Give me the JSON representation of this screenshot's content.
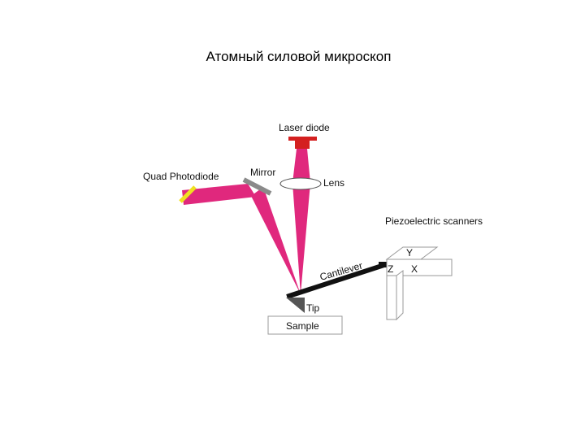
{
  "slide": {
    "title": "Атомный силовой микроскоп"
  },
  "diagram": {
    "labels": {
      "laser_diode": "Laser diode",
      "lens": "Lens",
      "mirror": "Mirror",
      "quad_photodiode": "Quad Photodiode",
      "piezo_scanners": "Piezoelectric scanners",
      "cantilever": "Cantilever",
      "tip": "Tip",
      "sample": "Sample",
      "axis_y": "Y",
      "axis_z": "Z",
      "axis_x": "X"
    },
    "colors": {
      "beam": "#e0287d",
      "laser": "#d42020",
      "photodiode": "#f0e020",
      "mirror": "#8a8a8a",
      "cantilever": "#111111",
      "tip": "#555555",
      "scanner_outline": "#999999"
    }
  }
}
